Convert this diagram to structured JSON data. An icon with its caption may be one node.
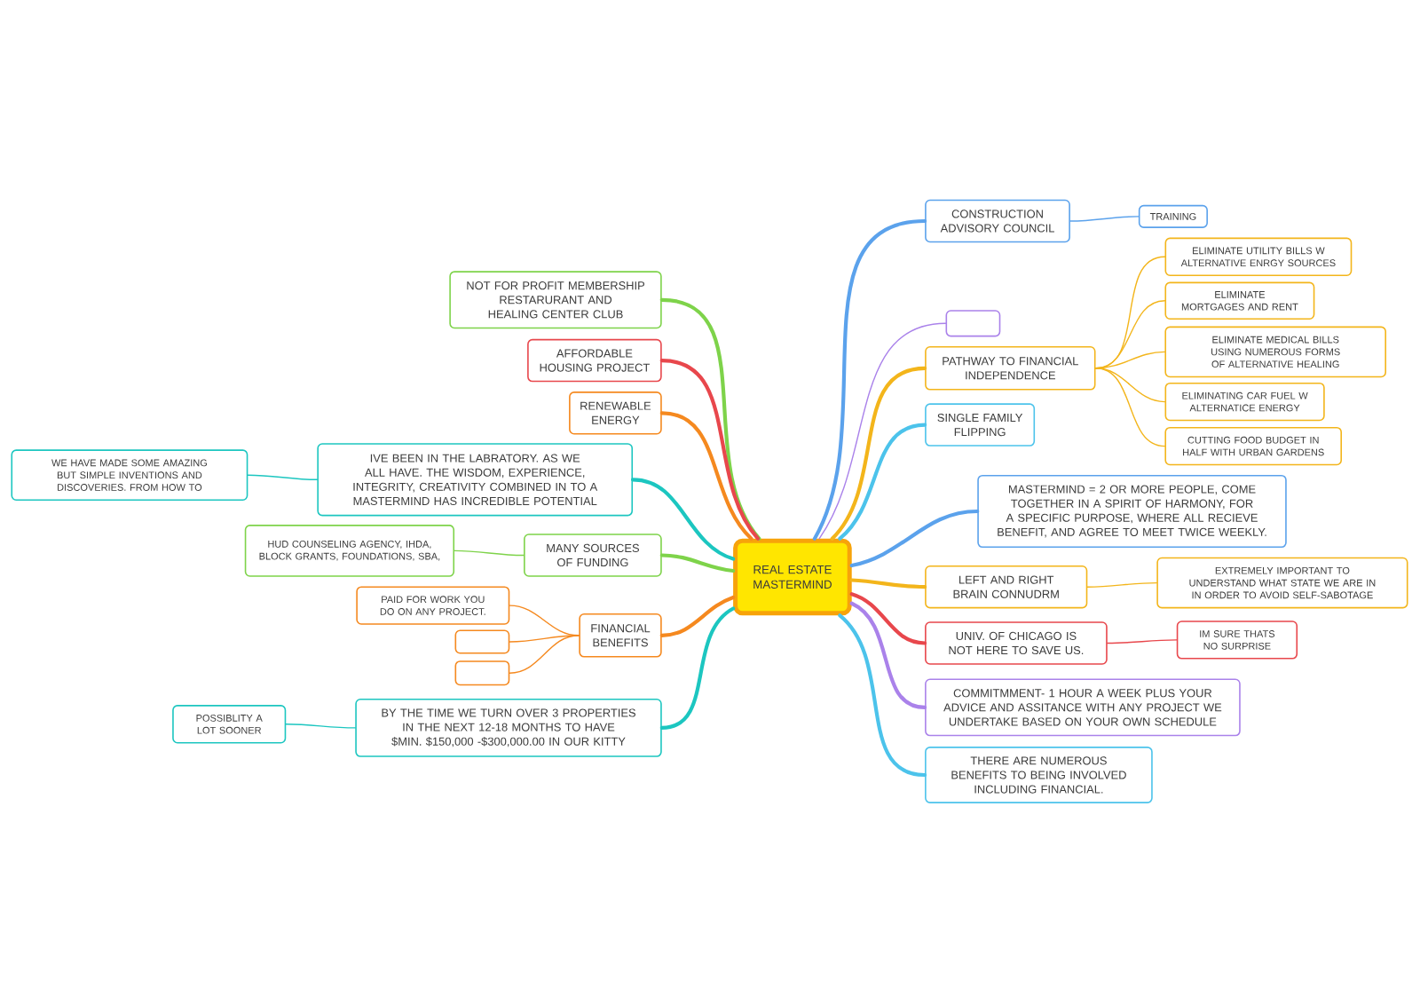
{
  "diagram": {
    "nodes": [
      {
        "text": [
          "REAL ESTATE MASTERMIND"
        ]
      },
      {
        "text": [
          "NOT FOR PROFIT MEMBERSHIP RESTARURANT AND HEALING CENTER CLUB"
        ]
      },
      {
        "text": [
          "AFFORDABLE HOUSING PROJECT"
        ]
      },
      {
        "text": [
          "RENEWABLE ENERGY"
        ]
      },
      {
        "text": [
          "IVE BEEN IN THE LABRATORY.  AS WE ALL HAVE. THE WISDOM, EXPERIENCE, INTEGRITY, CREATIVITY  COMBINED IN TO A MASTERMIND HAS INCREDIBLE POTENTIAL"
        ]
      },
      {
        "text": [
          "WE HAVE MADE SOME AMAZING BUT SIMPLE INVENTIONS AND DISCOVERIES. FROM HOW TO"
        ]
      },
      {
        "text": [
          "MANY SOURCES OF FUNDING"
        ]
      },
      {
        "text": [
          "HUD COUNSELING AGENCY,  IHDA, BLOCK GRANTS, FOUNDATIONS, SBA,"
        ]
      },
      {
        "text": [
          "FINANCIAL BENEFITS"
        ]
      },
      {
        "text": [
          "PAID FOR WORK YOU DO ON ANY PROJECT."
        ]
      },
      {
        "text": [],
        "shape": "box"
      },
      {
        "text": [],
        "shape": "box"
      },
      {
        "text": [
          "BY THE TIME WE TURN OVER 3 PROPERTIES IN THE NEXT 12-18 MONTHS TO HAVE $MIN. $150,000 -$300,000.00 IN OUR KITTY"
        ]
      },
      {
        "text": [
          "POSSIBLITY A LOT SOONER"
        ]
      },
      {
        "text": [
          "CONSTRUCTION ADVISORY COUNCIL"
        ]
      },
      {
        "text": [
          "TRAINING"
        ]
      },
      {
        "text": [],
        "shape": "box"
      },
      {
        "text": [
          "PATHWAY TO FINANCIAL INDEPENDENCE"
        ]
      },
      {
        "text": [
          "ELIMINATE UTILITY BILLS W ALTERNATIVE ENRGY SOURCES"
        ]
      },
      {
        "text": [
          "ELIMINATE MORTGAGES AND RENT"
        ]
      },
      {
        "text": [
          "ELIMINATE MEDICAL BILLS USING NUMEROUS FORMS OF ALTERNATIVE HEALING"
        ]
      },
      {
        "text": [
          "ELIMINATING CAR FUEL W ALTERNATICE ENERGY"
        ]
      },
      {
        "text": [
          "CUTTING FOOD BUDGET IN HALF WITH URBAN GARDENS"
        ]
      },
      {
        "text": [
          "SINGLE FAMILY FLIPPING"
        ]
      },
      {
        "text": [
          "MASTERMIND = 2 OR MORE PEOPLE, COME TOGETHER IN A SPIRIT OF HARMONY, FOR A SPECIFIC PURPOSE, WHERE ALL RECIEVE BENEFIT, AND AGREE TO MEET TWICE WEEKLY."
        ]
      },
      {
        "text": [
          "LEFT AND RIGHT BRAIN CONNUDRM"
        ]
      },
      {
        "text": [
          "EXTREMELY IMPORTANT TO UNDERSTAND WHAT STATE WE ARE IN IN ORDER TO AVOID SELF-SABOTAGE"
        ]
      },
      {
        "text": [
          "UNIV. OF CHICAGO IS NOT HERE TO SAVE US."
        ]
      },
      {
        "text": [
          "IM SURE THATS NO SURPRISE"
        ]
      },
      {
        "text": [
          "COMMITMMENT- 1 HOUR A WEEK PLUS YOUR ADVICE AND ASSITANCE WITH ANY PROJECT WE UNDERTAKE BASED ON YOUR OWN SCHEDULE"
        ]
      },
      {
        "text": [
          "THERE ARE NUMEROUS BENEFITS TO BEING INVOLVED INCLUDING FINANCIAL."
        ]
      }
    ],
    "edges": [
      {
        "from": 0,
        "to": 1,
        "arrow": "none",
        "style": "thick",
        "color": "#7ed34a"
      },
      {
        "from": 0,
        "to": 2,
        "arrow": "none",
        "style": "thick",
        "color": "#e8474c"
      },
      {
        "from": 0,
        "to": 3,
        "arrow": "none",
        "style": "thick",
        "color": "#f5891f"
      },
      {
        "from": 0,
        "to": 4,
        "arrow": "none",
        "style": "thick",
        "color": "#1cc6c0"
      },
      {
        "from": 4,
        "to": 5,
        "arrow": "none",
        "color": "#1cc6c0"
      },
      {
        "from": 0,
        "to": 6,
        "arrow": "none",
        "style": "thick",
        "color": "#7ed34a"
      },
      {
        "from": 6,
        "to": 7,
        "arrow": "none",
        "color": "#7ed34a"
      },
      {
        "from": 0,
        "to": 8,
        "arrow": "none",
        "style": "thick",
        "color": "#f5891f"
      },
      {
        "from": 8,
        "to": 9,
        "arrow": "none",
        "color": "#f5891f"
      },
      {
        "from": 8,
        "to": 10,
        "arrow": "none",
        "color": "#f5891f"
      },
      {
        "from": 8,
        "to": 11,
        "arrow": "none",
        "color": "#f5891f"
      },
      {
        "from": 0,
        "to": 12,
        "arrow": "none",
        "style": "thick",
        "color": "#1cc6c0"
      },
      {
        "from": 12,
        "to": 13,
        "arrow": "none",
        "color": "#1cc6c0"
      },
      {
        "from": 0,
        "to": 14,
        "arrow": "none",
        "style": "thick",
        "color": "#5ba2ec"
      },
      {
        "from": 14,
        "to": 15,
        "arrow": "none",
        "color": "#5ba2ec"
      },
      {
        "from": 0,
        "to": 16,
        "arrow": "none",
        "color": "#aa82ea"
      },
      {
        "from": 0,
        "to": 17,
        "arrow": "none",
        "style": "thick",
        "color": "#f3b51b"
      },
      {
        "from": 17,
        "to": 18,
        "arrow": "none",
        "color": "#f3b51b"
      },
      {
        "from": 17,
        "to": 19,
        "arrow": "none",
        "color": "#f3b51b"
      },
      {
        "from": 17,
        "to": 20,
        "arrow": "none",
        "color": "#f3b51b"
      },
      {
        "from": 17,
        "to": 21,
        "arrow": "none",
        "color": "#f3b51b"
      },
      {
        "from": 17,
        "to": 22,
        "arrow": "none",
        "color": "#f3b51b"
      },
      {
        "from": 0,
        "to": 23,
        "arrow": "none",
        "style": "thick",
        "color": "#4cc3eb"
      },
      {
        "from": 0,
        "to": 24,
        "arrow": "none",
        "style": "thick",
        "color": "#5ba2ec"
      },
      {
        "from": 0,
        "to": 25,
        "arrow": "none",
        "style": "thick",
        "color": "#f3b51b"
      },
      {
        "from": 25,
        "to": 26,
        "arrow": "none",
        "color": "#f3b51b"
      },
      {
        "from": 0,
        "to": 27,
        "arrow": "none",
        "style": "thick",
        "color": "#e8474c"
      },
      {
        "from": 27,
        "to": 28,
        "arrow": "none",
        "color": "#e8474c"
      },
      {
        "from": 0,
        "to": 29,
        "arrow": "none",
        "style": "thick",
        "color": "#aa82ea"
      },
      {
        "from": 0,
        "to": 30,
        "arrow": "none",
        "style": "thick",
        "color": "#4cc3eb"
      }
    ]
  }
}
